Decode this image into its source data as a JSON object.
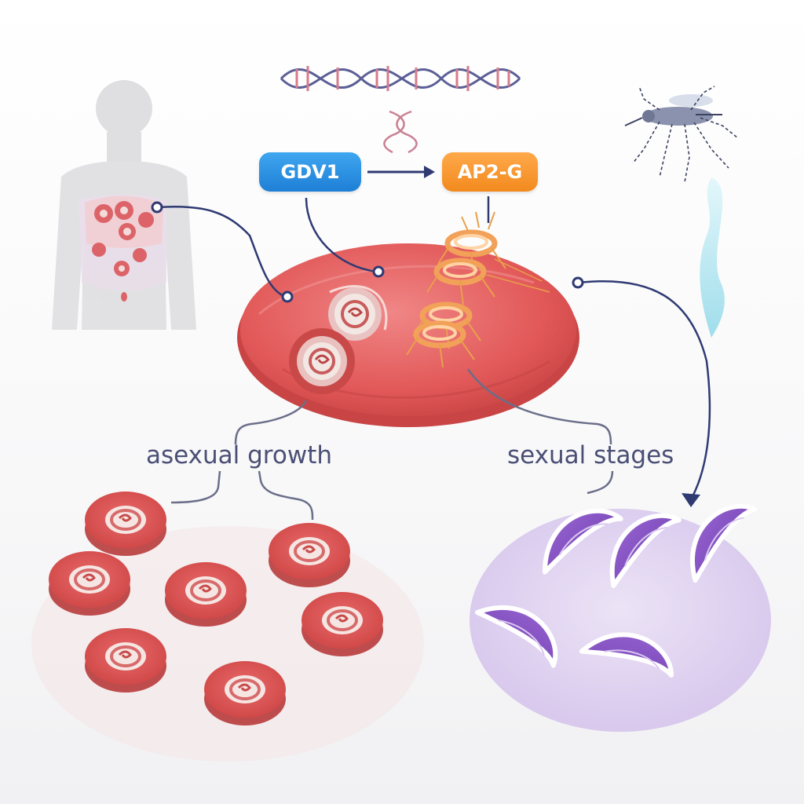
{
  "labels": {
    "gdv1": "GDV1",
    "ap2g": "AP2-G",
    "asexual": "asexual growth",
    "sexual": "sexual stages"
  },
  "icons": {
    "human": "human-silhouette-icon",
    "dna": "dna-helix-icon",
    "mosquito": "mosquito-icon"
  },
  "colors": {
    "gdv1": "#2b8fe3",
    "ap2g": "#f7981f",
    "rbc": "#e25a5a",
    "gametocyte": "#8a55c4",
    "connector": "#2f3a72",
    "label": "#4a4f75"
  }
}
